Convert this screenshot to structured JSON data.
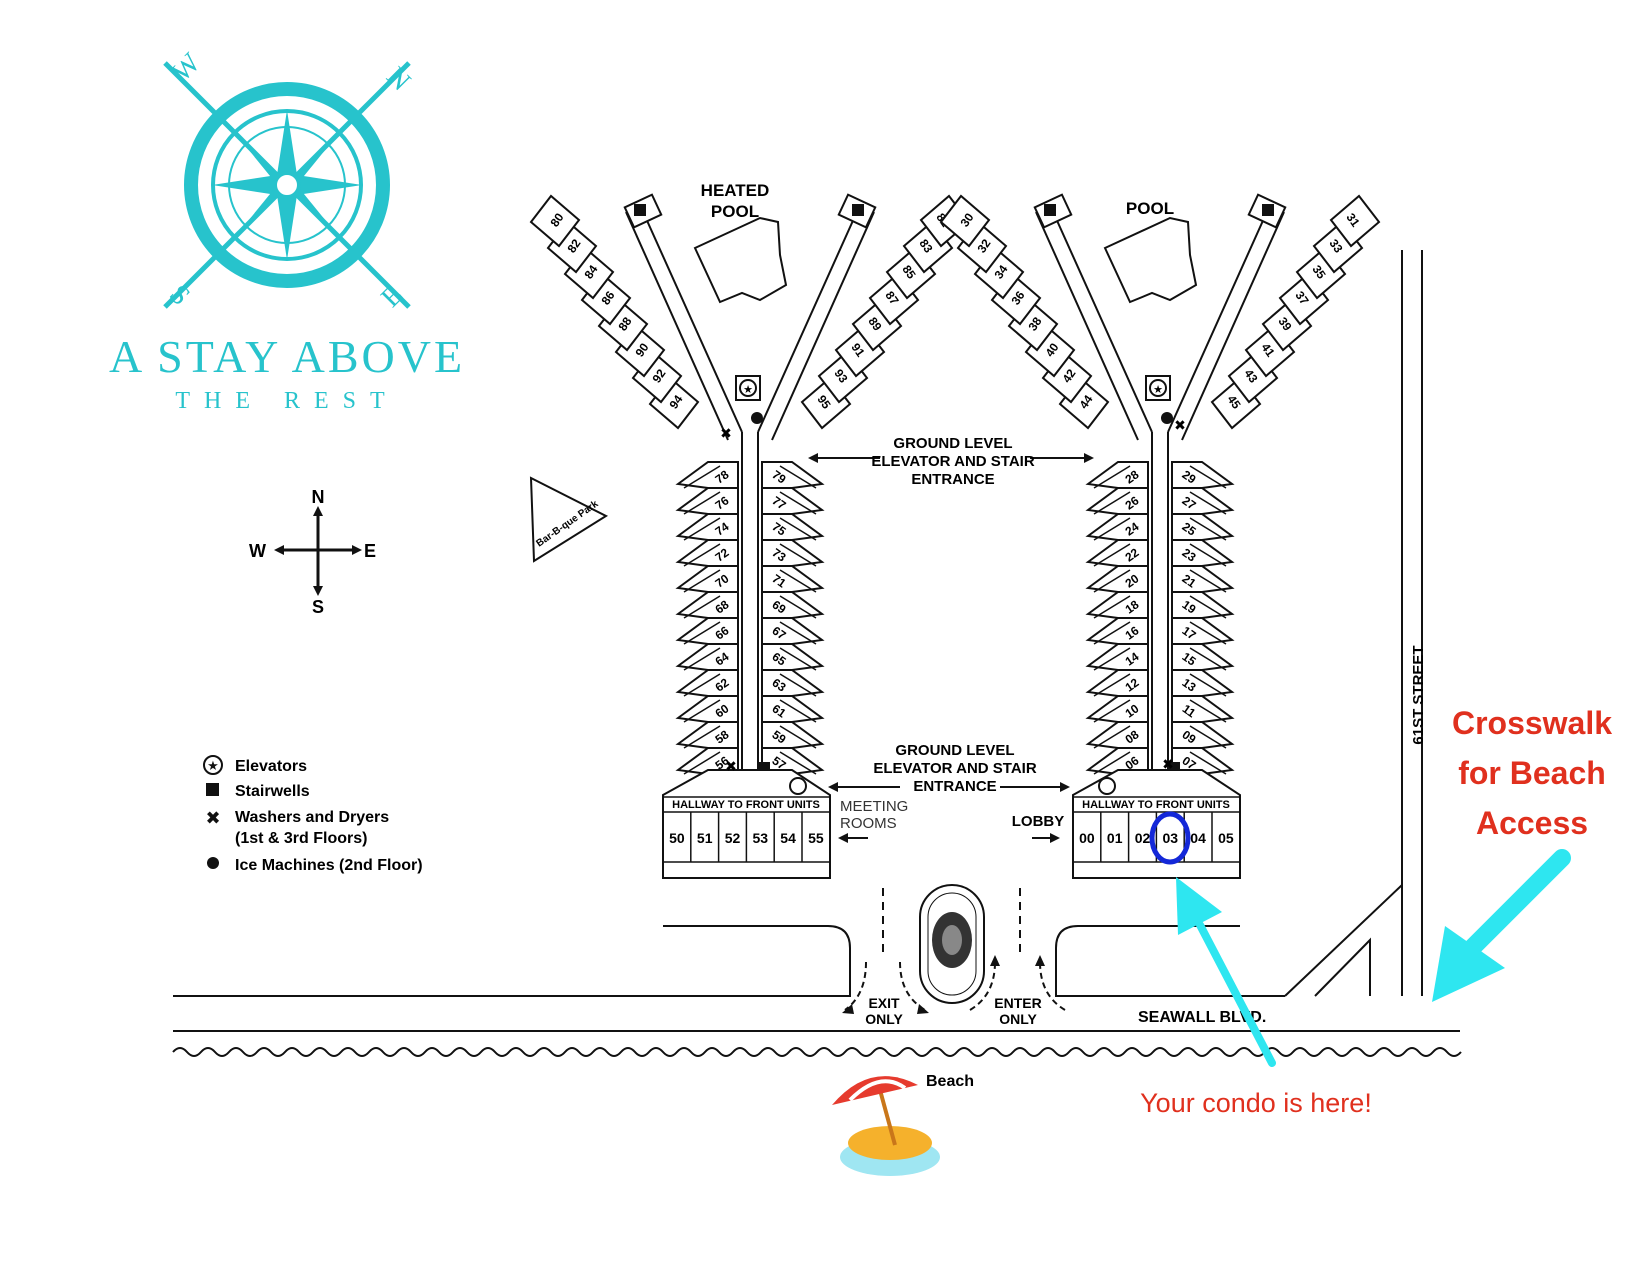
{
  "brand": {
    "title": "A STAY ABOVE",
    "subtitle": "THE REST",
    "compass_letters": {
      "n": "N",
      "e": "E",
      "s": "S",
      "w": "W"
    },
    "color": "#27c3cc"
  },
  "compass": {
    "n": "N",
    "e": "E",
    "s": "S",
    "w": "W"
  },
  "legend": {
    "items": [
      {
        "icon": "elevator-icon",
        "label": "Elevators"
      },
      {
        "icon": "stairwell-icon",
        "label": "Stairwells"
      },
      {
        "icon": "washer-dryer-icon",
        "label": "Washers and Dryers"
      },
      {
        "icon": "ice-machine-icon",
        "label": "Ice Machines (2nd Floor)"
      }
    ],
    "washers_note": "(1st & 3rd Floors)"
  },
  "labels": {
    "heated_pool_1": "HEATED",
    "heated_pool_2": "POOL",
    "pool": "POOL",
    "bbq": "Bar-B-que Park",
    "entrance_top_1": "GROUND LEVEL",
    "entrance_top_2": "ELEVATOR AND STAIR",
    "entrance_top_3": "ENTRANCE",
    "entrance_bot_1": "GROUND LEVEL",
    "entrance_bot_2": "ELEVATOR AND STAIR",
    "entrance_bot_3": "ENTRANCE",
    "meeting_1": "MEETING",
    "meeting_2": "ROOMS",
    "lobby": "LOBBY",
    "hallway_left": "HALLWAY TO FRONT UNITS",
    "hallway_right": "HALLWAY TO FRONT UNITS",
    "exit_1": "EXIT",
    "exit_2": "ONLY",
    "enter_1": "ENTER",
    "enter_2": "ONLY",
    "seawall": "SEAWALL BLVD.",
    "street": "61ST STREET",
    "beach": "Beach",
    "crosswalk_1": "Crosswalk",
    "crosswalk_2": "for Beach",
    "crosswalk_3": "Access",
    "condo_here": "Your condo is here!"
  },
  "units": {
    "left_wing_left_top": [
      "94",
      "92",
      "90",
      "88",
      "86",
      "84",
      "82",
      "80"
    ],
    "left_wing_right_top": [
      "95",
      "93",
      "91",
      "89",
      "87",
      "85",
      "83",
      "81"
    ],
    "left_wing_left_col": [
      "78",
      "76",
      "74",
      "72",
      "70",
      "68",
      "66",
      "64",
      "62",
      "60",
      "58",
      "56"
    ],
    "left_wing_right_col": [
      "79",
      "77",
      "75",
      "73",
      "71",
      "69",
      "67",
      "65",
      "63",
      "61",
      "59",
      "57"
    ],
    "left_front": [
      "50",
      "51",
      "52",
      "53",
      "54",
      "55"
    ],
    "right_wing_left_top": [
      "44",
      "42",
      "40",
      "38",
      "36",
      "34",
      "32",
      "30"
    ],
    "right_wing_right_top": [
      "45",
      "43",
      "41",
      "39",
      "37",
      "35",
      "33",
      "31"
    ],
    "right_wing_left_col": [
      "28",
      "26",
      "24",
      "22",
      "20",
      "18",
      "16",
      "14",
      "12",
      "10",
      "08",
      "06"
    ],
    "right_wing_right_col": [
      "29",
      "27",
      "25",
      "23",
      "21",
      "19",
      "17",
      "15",
      "13",
      "11",
      "09",
      "07"
    ],
    "right_front": [
      "00",
      "01",
      "02",
      "03",
      "04",
      "05"
    ],
    "highlighted_unit": "03"
  },
  "colors": {
    "accent_cyan": "#27c3cc",
    "arrow_cyan": "#2ee6f0",
    "red_text": "#e0301e",
    "highlight_blue": "#1428d8"
  }
}
